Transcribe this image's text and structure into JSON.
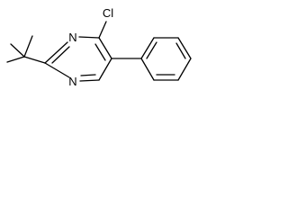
{
  "molecule": {
    "atoms": {
      "n_top": "N",
      "n_bottom": "N",
      "chlorine": "Cl"
    },
    "colors": {
      "bond": "#000000",
      "label": "#000000",
      "background": "#ffffff"
    }
  }
}
